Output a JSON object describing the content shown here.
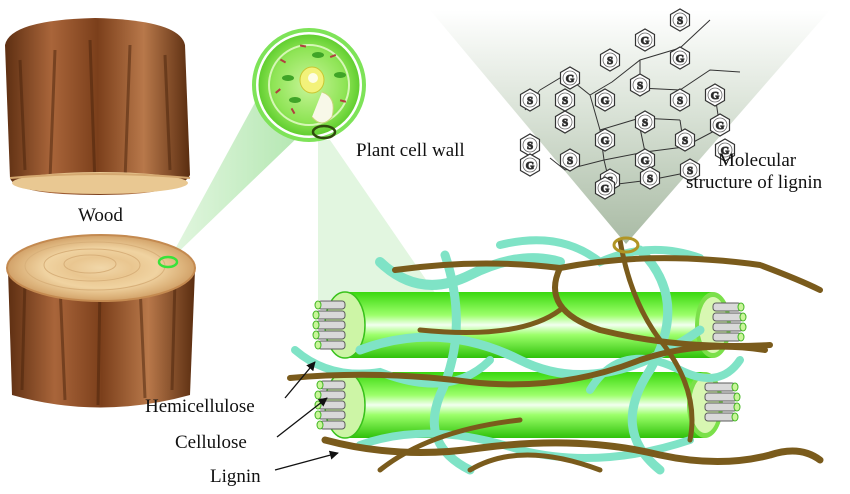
{
  "labels": {
    "wood": "Wood",
    "plant_cell_wall": "Plant cell wall",
    "molecular_line1": "Molecular",
    "molecular_line2": "structure of lignin",
    "hemicellulose": "Hemicellulose",
    "cellulose": "Cellulose",
    "lignin": "Lignin"
  },
  "lignin_units": [
    "S",
    "G",
    "S",
    "G",
    "G",
    "S",
    "G",
    "S",
    "G",
    "S",
    "S",
    "S",
    "G",
    "S",
    "G",
    "S",
    "S",
    "G",
    "G",
    "S",
    "S",
    "G",
    "S",
    "G",
    "S"
  ],
  "colors": {
    "cellulose_green": "#4fea1e",
    "hemicellulose_cyan": "#7fe3c6",
    "lignin_brown": "#7a5b1c",
    "wood_bark": "#8a4b22",
    "wood_rings": "#e8c48e",
    "zoom_beam": "#cdeecf",
    "molecule_beam": "#b7c6b3"
  },
  "icons": [
    "arrow-icon",
    "benzene-ring-icon",
    "zoom-circle-icon"
  ]
}
